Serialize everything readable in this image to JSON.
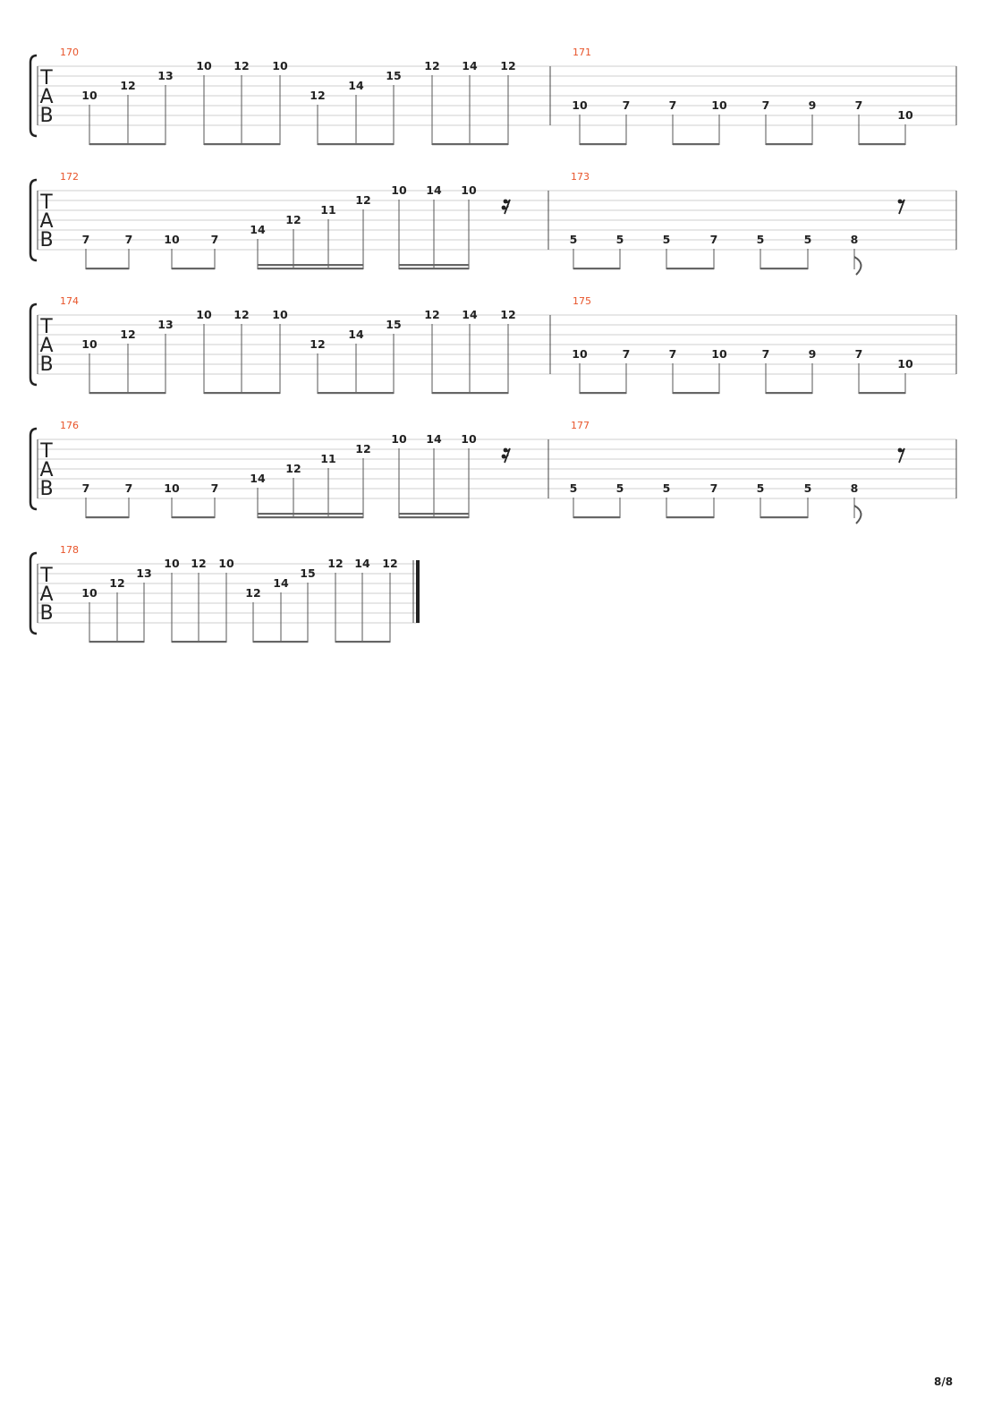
{
  "page_number": "8/8",
  "tab_clef": [
    "T",
    "A",
    "B"
  ],
  "systems": [
    {
      "measures": [
        {
          "number": "170",
          "notes": [
            {
              "fret": "10",
              "string": 4
            },
            {
              "fret": "12",
              "string": 3
            },
            {
              "fret": "13",
              "string": 2
            },
            {
              "fret": "10",
              "string": 1
            },
            {
              "fret": "12",
              "string": 1
            },
            {
              "fret": "10",
              "string": 1
            },
            {
              "fret": "12",
              "string": 4
            },
            {
              "fret": "14",
              "string": 3
            },
            {
              "fret": "15",
              "string": 2
            },
            {
              "fret": "12",
              "string": 1
            },
            {
              "fret": "14",
              "string": 1
            },
            {
              "fret": "12",
              "string": 1
            }
          ],
          "beams": [
            [
              0,
              2,
              1
            ],
            [
              3,
              5,
              1
            ],
            [
              6,
              8,
              1
            ],
            [
              9,
              11,
              1
            ]
          ]
        },
        {
          "number": "171",
          "notes": [
            {
              "fret": "10",
              "string": 5
            },
            {
              "fret": "7",
              "string": 5
            },
            {
              "fret": "7",
              "string": 5
            },
            {
              "fret": "10",
              "string": 5
            },
            {
              "fret": "7",
              "string": 5
            },
            {
              "fret": "9",
              "string": 5
            },
            {
              "fret": "7",
              "string": 5
            },
            {
              "fret": "10",
              "string": 6
            }
          ],
          "beams": [
            [
              0,
              1,
              1
            ],
            [
              2,
              3,
              1
            ],
            [
              4,
              5,
              1
            ],
            [
              6,
              7,
              1
            ]
          ]
        }
      ]
    },
    {
      "measures": [
        {
          "number": "172",
          "notes": [
            {
              "fret": "7",
              "string": 6
            },
            {
              "fret": "7",
              "string": 6
            },
            {
              "fret": "10",
              "string": 6
            },
            {
              "fret": "7",
              "string": 6
            },
            {
              "fret": "14",
              "string": 5
            },
            {
              "fret": "12",
              "string": 4
            },
            {
              "fret": "11",
              "string": 3
            },
            {
              "fret": "12",
              "string": 2
            },
            {
              "fret": "10",
              "string": 1
            },
            {
              "fret": "14",
              "string": 1
            },
            {
              "fret": "10",
              "string": 1
            }
          ],
          "beams": [
            [
              0,
              1,
              1
            ],
            [
              2,
              3,
              1
            ],
            [
              4,
              7,
              2
            ],
            [
              8,
              10,
              2
            ]
          ],
          "rest": "sixteenth"
        },
        {
          "number": "173",
          "notes": [
            {
              "fret": "5",
              "string": 6
            },
            {
              "fret": "5",
              "string": 6
            },
            {
              "fret": "5",
              "string": 6
            },
            {
              "fret": "7",
              "string": 6
            },
            {
              "fret": "5",
              "string": 6
            },
            {
              "fret": "5",
              "string": 6
            },
            {
              "fret": "8",
              "string": 6
            }
          ],
          "beams": [
            [
              0,
              1,
              1
            ],
            [
              2,
              3,
              1
            ],
            [
              4,
              5,
              1
            ]
          ],
          "flag_note": 6,
          "rest": "eighth"
        }
      ]
    },
    {
      "measures": [
        {
          "number": "174",
          "notes": [
            {
              "fret": "10",
              "string": 4
            },
            {
              "fret": "12",
              "string": 3
            },
            {
              "fret": "13",
              "string": 2
            },
            {
              "fret": "10",
              "string": 1
            },
            {
              "fret": "12",
              "string": 1
            },
            {
              "fret": "10",
              "string": 1
            },
            {
              "fret": "12",
              "string": 4
            },
            {
              "fret": "14",
              "string": 3
            },
            {
              "fret": "15",
              "string": 2
            },
            {
              "fret": "12",
              "string": 1
            },
            {
              "fret": "14",
              "string": 1
            },
            {
              "fret": "12",
              "string": 1
            }
          ],
          "beams": [
            [
              0,
              2,
              1
            ],
            [
              3,
              5,
              1
            ],
            [
              6,
              8,
              1
            ],
            [
              9,
              11,
              1
            ]
          ]
        },
        {
          "number": "175",
          "notes": [
            {
              "fret": "10",
              "string": 5
            },
            {
              "fret": "7",
              "string": 5
            },
            {
              "fret": "7",
              "string": 5
            },
            {
              "fret": "10",
              "string": 5
            },
            {
              "fret": "7",
              "string": 5
            },
            {
              "fret": "9",
              "string": 5
            },
            {
              "fret": "7",
              "string": 5
            },
            {
              "fret": "10",
              "string": 6
            }
          ],
          "beams": [
            [
              0,
              1,
              1
            ],
            [
              2,
              3,
              1
            ],
            [
              4,
              5,
              1
            ],
            [
              6,
              7,
              1
            ]
          ]
        }
      ]
    },
    {
      "measures": [
        {
          "number": "176",
          "notes": [
            {
              "fret": "7",
              "string": 6
            },
            {
              "fret": "7",
              "string": 6
            },
            {
              "fret": "10",
              "string": 6
            },
            {
              "fret": "7",
              "string": 6
            },
            {
              "fret": "14",
              "string": 5
            },
            {
              "fret": "12",
              "string": 4
            },
            {
              "fret": "11",
              "string": 3
            },
            {
              "fret": "12",
              "string": 2
            },
            {
              "fret": "10",
              "string": 1
            },
            {
              "fret": "14",
              "string": 1
            },
            {
              "fret": "10",
              "string": 1
            }
          ],
          "beams": [
            [
              0,
              1,
              1
            ],
            [
              2,
              3,
              1
            ],
            [
              4,
              7,
              2
            ],
            [
              8,
              10,
              2
            ]
          ],
          "rest": "sixteenth"
        },
        {
          "number": "177",
          "notes": [
            {
              "fret": "5",
              "string": 6
            },
            {
              "fret": "5",
              "string": 6
            },
            {
              "fret": "5",
              "string": 6
            },
            {
              "fret": "7",
              "string": 6
            },
            {
              "fret": "5",
              "string": 6
            },
            {
              "fret": "5",
              "string": 6
            },
            {
              "fret": "8",
              "string": 6
            }
          ],
          "beams": [
            [
              0,
              1,
              1
            ],
            [
              2,
              3,
              1
            ],
            [
              4,
              5,
              1
            ]
          ],
          "flag_note": 6,
          "rest": "eighth"
        }
      ]
    },
    {
      "measures": [
        {
          "number": "178",
          "notes": [
            {
              "fret": "10",
              "string": 4
            },
            {
              "fret": "12",
              "string": 3
            },
            {
              "fret": "13",
              "string": 2
            },
            {
              "fret": "10",
              "string": 1
            },
            {
              "fret": "12",
              "string": 1
            },
            {
              "fret": "10",
              "string": 1
            },
            {
              "fret": "12",
              "string": 4
            },
            {
              "fret": "14",
              "string": 3
            },
            {
              "fret": "15",
              "string": 2
            },
            {
              "fret": "12",
              "string": 1
            },
            {
              "fret": "14",
              "string": 1
            },
            {
              "fret": "12",
              "string": 1
            }
          ],
          "beams": [
            [
              0,
              2,
              1
            ],
            [
              3,
              5,
              1
            ],
            [
              6,
              8,
              1
            ],
            [
              9,
              11,
              1
            ]
          ],
          "final_barline": true
        }
      ]
    }
  ]
}
